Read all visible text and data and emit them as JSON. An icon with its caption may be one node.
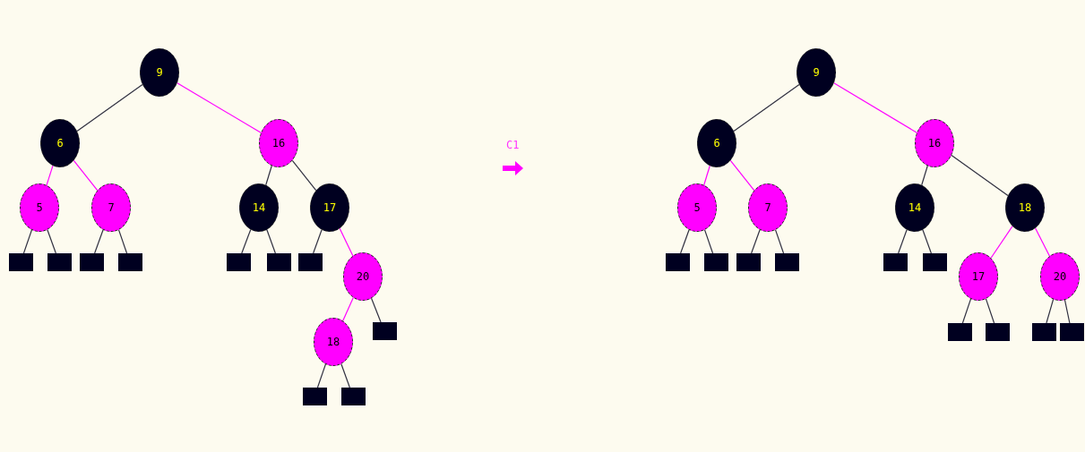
{
  "diagram": {
    "nodes": [
      {
        "text": [
          "9"
        ]
      },
      {
        "text": [
          "6"
        ]
      },
      {
        "text": [
          "16"
        ]
      },
      {
        "text": [
          "5"
        ]
      },
      {
        "text": [
          "7"
        ]
      },
      {
        "text": [
          "14"
        ]
      },
      {
        "text": [
          "17"
        ]
      },
      {
        "text": [],
        "shape": "box"
      },
      {
        "text": [],
        "shape": "box"
      },
      {
        "text": [],
        "shape": "box"
      },
      {
        "text": [],
        "shape": "box"
      },
      {
        "text": [],
        "shape": "box"
      },
      {
        "text": [],
        "shape": "box"
      },
      {
        "text": [],
        "shape": "box"
      },
      {
        "text": [
          "20"
        ]
      },
      {
        "text": [
          "18"
        ]
      },
      {
        "text": [],
        "shape": "box"
      },
      {
        "text": [],
        "shape": "box"
      },
      {
        "text": [],
        "shape": "box"
      },
      {
        "text": [
          "9"
        ]
      },
      {
        "text": [
          "6"
        ]
      },
      {
        "text": [
          "16"
        ]
      },
      {
        "text": [
          "5"
        ]
      },
      {
        "text": [
          "7"
        ]
      },
      {
        "text": [
          "14"
        ]
      },
      {
        "text": [
          "18"
        ]
      },
      {
        "text": [],
        "shape": "box"
      },
      {
        "text": [],
        "shape": "box"
      },
      {
        "text": [],
        "shape": "box"
      },
      {
        "text": [],
        "shape": "box"
      },
      {
        "text": [],
        "shape": "box"
      },
      {
        "text": [],
        "shape": "box"
      },
      {
        "text": [
          "17"
        ]
      },
      {
        "text": [
          "20"
        ]
      },
      {
        "text": [],
        "shape": "box"
      },
      {
        "text": [],
        "shape": "box"
      },
      {
        "text": [],
        "shape": "box"
      },
      {
        "text": [],
        "shape": "box"
      }
    ],
    "edges": [
      {
        "from": 0,
        "to": 1,
        "arrow": "none"
      },
      {
        "from": 0,
        "to": 2,
        "arrow": "none",
        "color": "#ff00ff"
      },
      {
        "from": 1,
        "to": 3,
        "arrow": "none",
        "color": "#ff00ff"
      },
      {
        "from": 1,
        "to": 4,
        "arrow": "none",
        "color": "#ff00ff"
      },
      {
        "from": 2,
        "to": 5,
        "arrow": "none"
      },
      {
        "from": 2,
        "to": 6,
        "arrow": "none"
      },
      {
        "from": 3,
        "to": 7,
        "arrow": "none"
      },
      {
        "from": 3,
        "to": 8,
        "arrow": "none"
      },
      {
        "from": 4,
        "to": 9,
        "arrow": "none"
      },
      {
        "from": 4,
        "to": 10,
        "arrow": "none"
      },
      {
        "from": 5,
        "to": 11,
        "arrow": "none"
      },
      {
        "from": 5,
        "to": 12,
        "arrow": "none"
      },
      {
        "from": 6,
        "to": 13,
        "arrow": "none"
      },
      {
        "from": 6,
        "to": 14,
        "arrow": "none",
        "color": "#ff00ff"
      },
      {
        "from": 14,
        "to": 15,
        "arrow": "none",
        "color": "#ff00ff"
      },
      {
        "from": 14,
        "to": 16,
        "arrow": "none"
      },
      {
        "from": 15,
        "to": 17,
        "arrow": "none"
      },
      {
        "from": 15,
        "to": 18,
        "arrow": "none"
      },
      {
        "from": 19,
        "to": 20,
        "arrow": "none"
      },
      {
        "from": 19,
        "to": 21,
        "arrow": "none",
        "color": "#ff00ff"
      },
      {
        "from": 20,
        "to": 22,
        "arrow": "none",
        "color": "#ff00ff"
      },
      {
        "from": 20,
        "to": 23,
        "arrow": "none",
        "color": "#ff00ff"
      },
      {
        "from": 21,
        "to": 24,
        "arrow": "none"
      },
      {
        "from": 21,
        "to": 25,
        "arrow": "none"
      },
      {
        "from": 22,
        "to": 26,
        "arrow": "none"
      },
      {
        "from": 22,
        "to": 27,
        "arrow": "none"
      },
      {
        "from": 23,
        "to": 28,
        "arrow": "none"
      },
      {
        "from": 23,
        "to": 29,
        "arrow": "none"
      },
      {
        "from": 24,
        "to": 30,
        "arrow": "none"
      },
      {
        "from": 24,
        "to": 31,
        "arrow": "none"
      },
      {
        "from": 25,
        "to": 32,
        "arrow": "none",
        "color": "#ff00ff"
      },
      {
        "from": 25,
        "to": 33,
        "arrow": "none",
        "color": "#ff00ff"
      },
      {
        "from": 32,
        "to": 34,
        "arrow": "none"
      },
      {
        "from": 32,
        "to": 35,
        "arrow": "none"
      },
      {
        "from": 33,
        "to": 36,
        "arrow": "none"
      },
      {
        "from": 33,
        "to": 37,
        "arrow": "none"
      }
    ],
    "labels": [
      "C1"
    ]
  }
}
